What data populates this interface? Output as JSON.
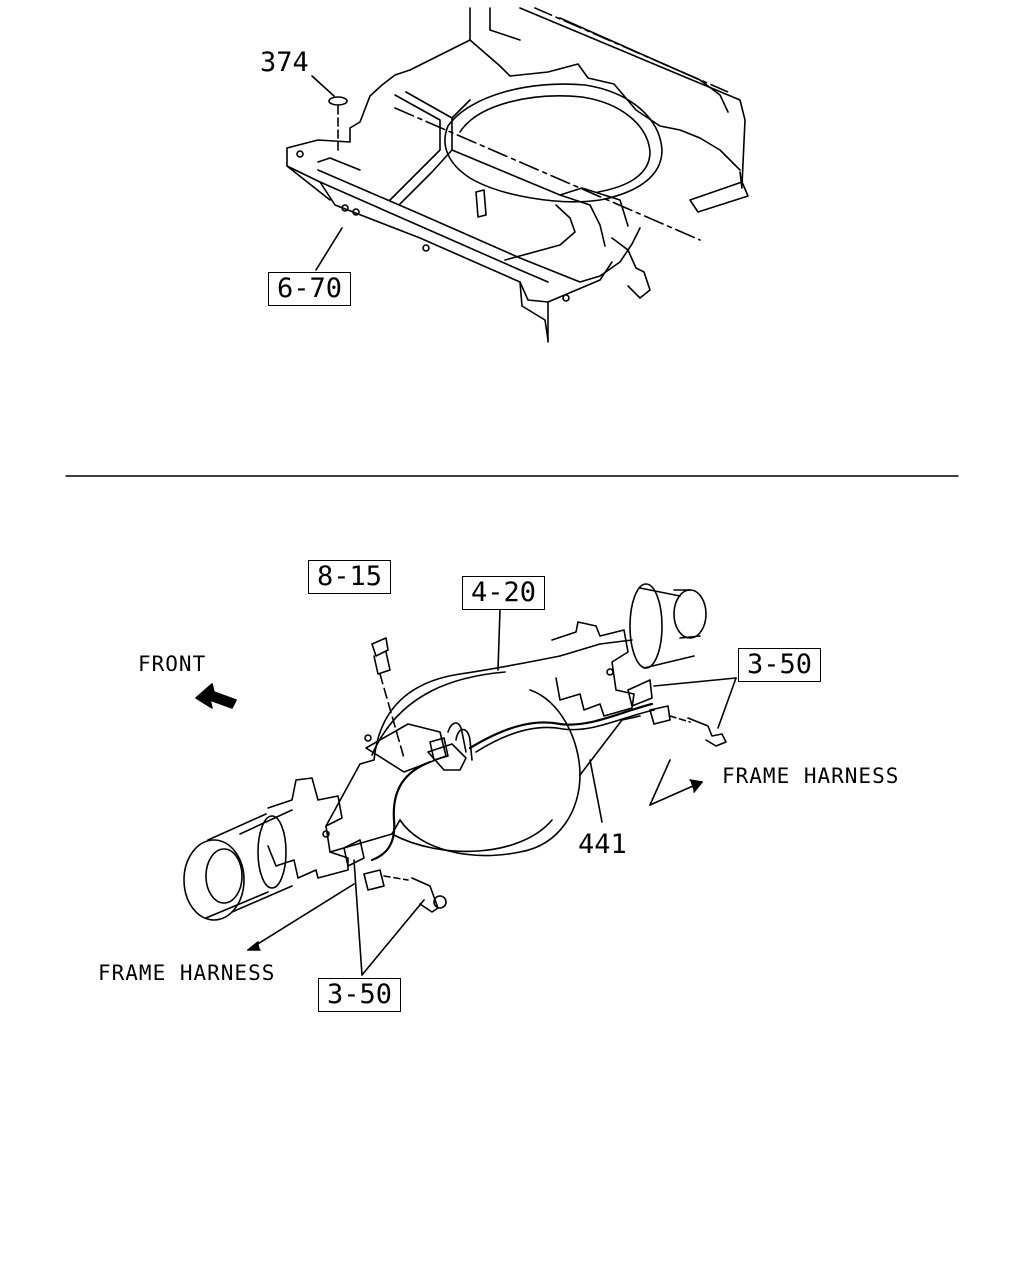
{
  "top_view": {
    "callouts": {
      "grommet_ref": "374",
      "frame_ref": "6-70"
    }
  },
  "bottom_view": {
    "callouts": {
      "bolt_ref": "8-15",
      "axle_ref": "4-20",
      "clip_ref_right": "3-50",
      "clip_ref_left": "3-50",
      "harness_ref": "441"
    },
    "labels": {
      "front": "FRONT",
      "frame_harness_right": "FRAME HARNESS",
      "frame_harness_left": "FRAME HARNESS"
    }
  }
}
